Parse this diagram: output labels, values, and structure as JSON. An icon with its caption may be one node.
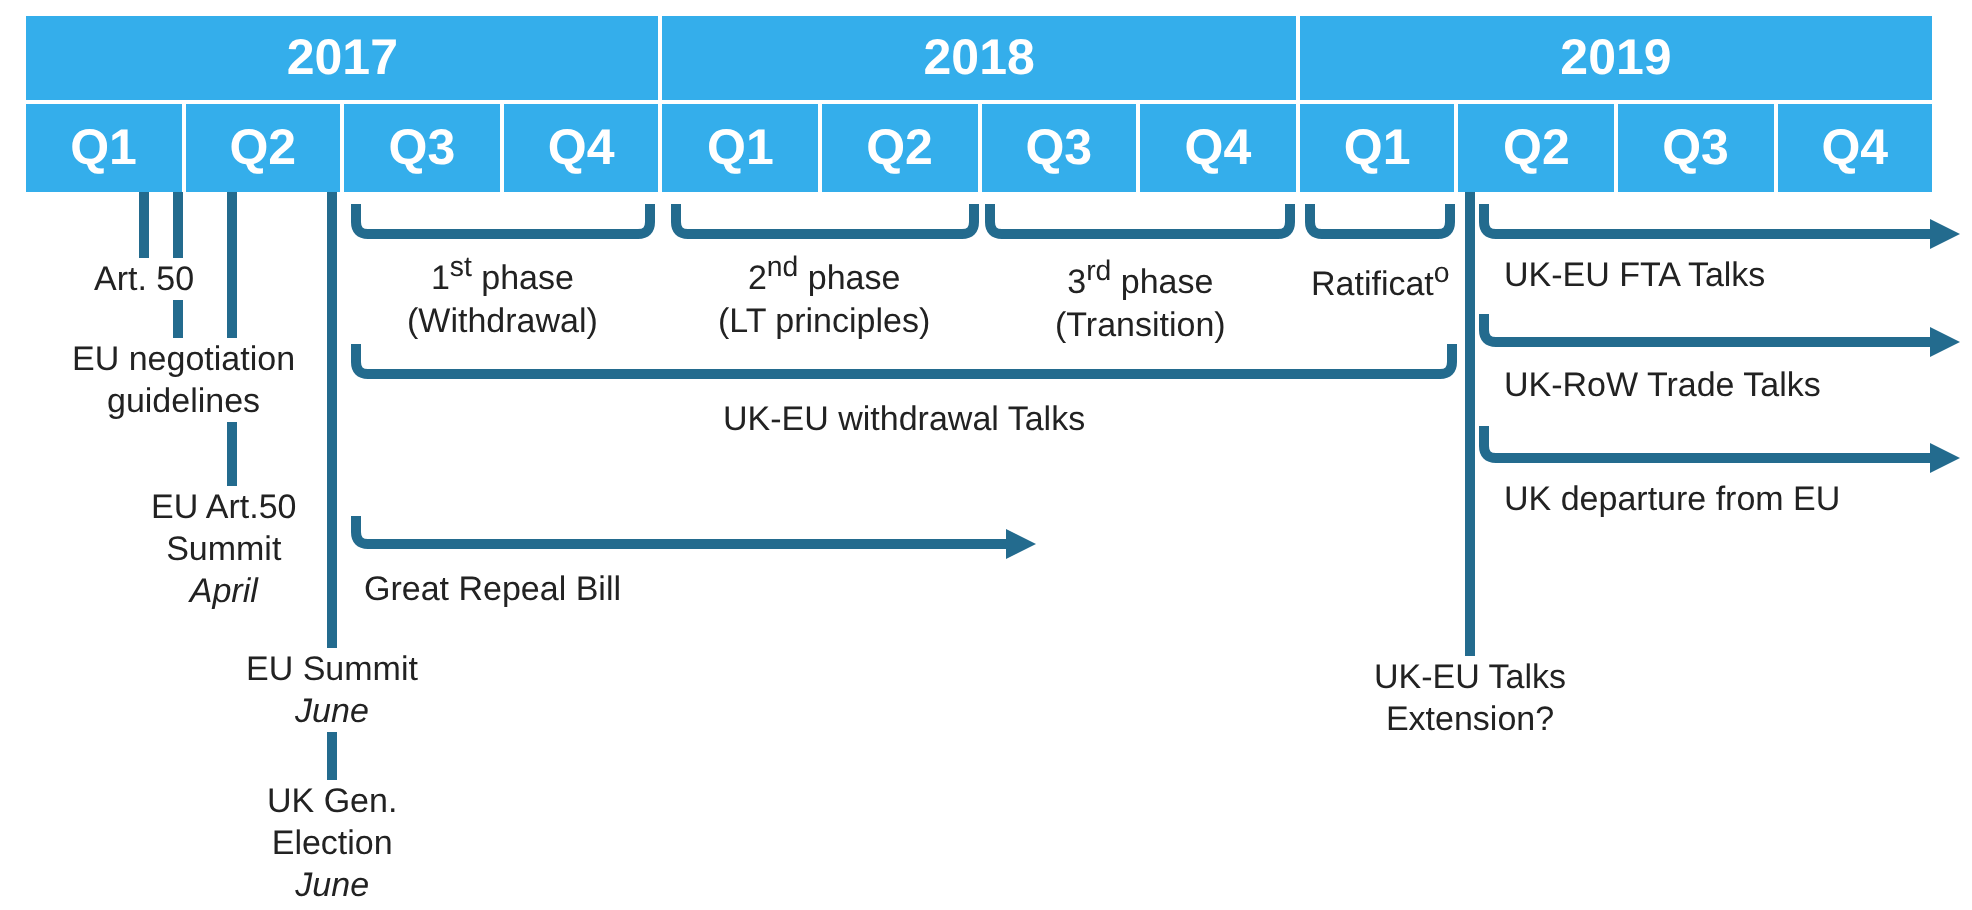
{
  "diagram": {
    "nodes": [
      {
        "text": [
          "2017"
        ]
      },
      {
        "text": [
          "2018"
        ]
      },
      {
        "text": [
          "2019"
        ]
      },
      {
        "text": [
          "Q1"
        ]
      },
      {
        "text": [
          "Q2"
        ]
      },
      {
        "text": [
          "Q3"
        ]
      },
      {
        "text": [
          "Q4"
        ]
      },
      {
        "text": [
          "Q1"
        ]
      },
      {
        "text": [
          "Q2"
        ]
      },
      {
        "text": [
          "Q3"
        ]
      },
      {
        "text": [
          "Q4"
        ]
      },
      {
        "text": [
          "Q1"
        ]
      },
      {
        "text": [
          "Q2"
        ]
      },
      {
        "text": [
          "Q3"
        ]
      },
      {
        "text": [
          "Q4"
        ]
      },
      {
        "text": [
          "Art. 50"
        ]
      },
      {
        "text": [
          "EU negotiation guidelines"
        ]
      },
      {
        "text": [
          "EU Art.50 Summit",
          "April"
        ]
      },
      {
        "text": [
          "EU Summit",
          "June"
        ]
      },
      {
        "text": [
          "UK Gen. Election",
          "June"
        ]
      },
      {
        "text": [
          "UK-EU Talks Extension?"
        ]
      }
    ],
    "edges": [
      {
        "from": 15,
        "to": 3,
        "arrow": "none"
      },
      {
        "from": 15,
        "to": 3,
        "arrow": "none"
      },
      {
        "from": 16,
        "to": 15,
        "arrow": "none"
      },
      {
        "from": 16,
        "to": 4,
        "arrow": "none"
      },
      {
        "from": 17,
        "to": 16,
        "arrow": "none"
      },
      {
        "from": 18,
        "to": 4,
        "arrow": "none"
      },
      {
        "from": 19,
        "to": 18,
        "arrow": "none"
      },
      {
        "from": 20,
        "to": 12,
        "arrow": "none"
      }
    ],
    "labels": [
      "1$^{st}$ phase (Withdrawal)",
      "2$^{nd}$ phase (LT principles)",
      "3$^{rd}$ phase (Transition)",
      "Ratificat$^{o}$",
      "UK-EU FTA Talks",
      "UK-EU withdrawal Talks",
      "UK-RoW Trade Talks",
      "UK departure from EU",
      "Great Repeal Bill"
    ]
  }
}
